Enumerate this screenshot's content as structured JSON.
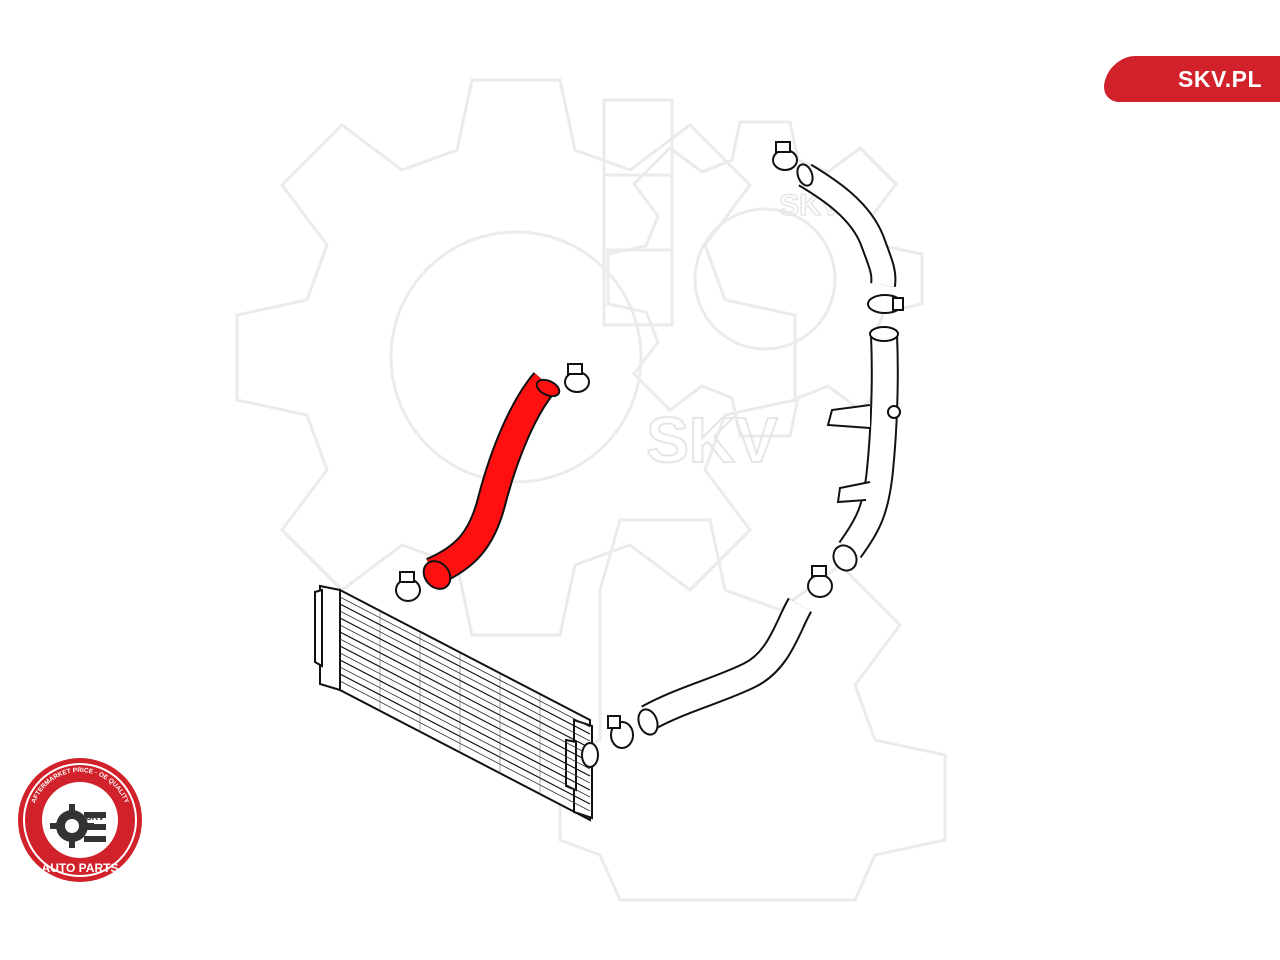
{
  "brand": {
    "site": "SKV.PL",
    "accent_color": "#d1222b"
  },
  "watermark": {
    "text": "SKV",
    "color": "#ebebeb"
  },
  "seal": {
    "ring_text": "AFTERMARKET PRICE · OE QUALITY",
    "bottom_text": "AUTO PARTS",
    "center_text": "SKV"
  },
  "diagram": {
    "highlighted_part": "red-intake-hose",
    "highlight_color": "#ff0000",
    "line_color": "#111111",
    "parts": [
      "intercooler",
      "red-intake-hose",
      "upper-outlet-hose",
      "metal-intake-pipe",
      "lower-outlet-hose",
      "hose-clamp"
    ]
  }
}
